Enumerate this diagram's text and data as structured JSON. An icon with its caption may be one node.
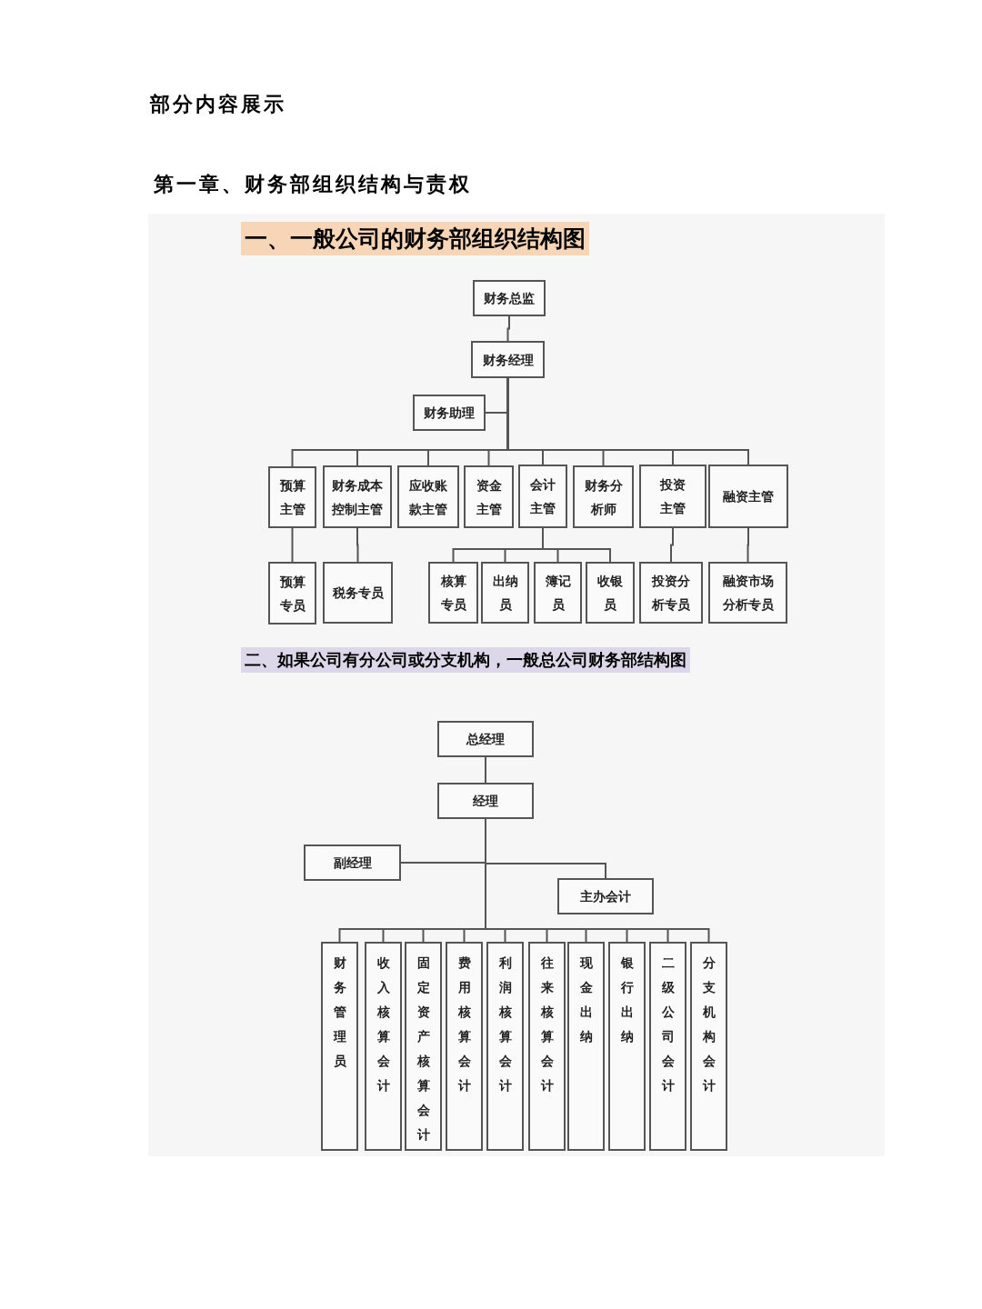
{
  "diagram": {
    "title": "部分内容展示",
    "nodes": [
      {
        "text": [
          "财务总监"
        ]
      },
      {
        "text": [
          "财务经理"
        ]
      },
      {
        "text": [
          "财务助理"
        ]
      },
      {
        "text": [
          "预算主管"
        ]
      },
      {
        "text": [
          "财务成本控制主管"
        ]
      },
      {
        "text": [
          "应收账款主管"
        ]
      },
      {
        "text": [
          "资金主管"
        ]
      },
      {
        "text": [
          "会计主管"
        ]
      },
      {
        "text": [
          "财务分析师"
        ]
      },
      {
        "text": [
          "投资主管"
        ]
      },
      {
        "text": [
          "融资主管"
        ]
      },
      {
        "text": [
          "预算专员"
        ]
      },
      {
        "text": [
          "税务专员"
        ]
      },
      {
        "text": [
          "核算专员"
        ]
      },
      {
        "text": [
          "出纳员"
        ]
      },
      {
        "text": [
          "簿记员"
        ]
      },
      {
        "text": [
          "收银员"
        ]
      },
      {
        "text": [
          "投资分析专员"
        ]
      },
      {
        "text": [
          "融资市场分析专员"
        ]
      },
      {
        "text": [
          "总经理"
        ]
      },
      {
        "text": [
          "经理"
        ]
      },
      {
        "text": [
          "副经理"
        ]
      },
      {
        "text": [
          "主办会计"
        ]
      },
      {
        "text": [
          "财务管理员"
        ]
      },
      {
        "text": [
          "收入核算会计"
        ]
      },
      {
        "text": [
          "固定资产核算会计"
        ]
      },
      {
        "text": [
          "费用核算会计"
        ]
      },
      {
        "text": [
          "利润核算会计"
        ]
      },
      {
        "text": [
          "往来核算会计"
        ]
      },
      {
        "text": [
          "现金出纳"
        ]
      },
      {
        "text": [
          "银行出纳"
        ]
      },
      {
        "text": [
          "二级公司会计"
        ]
      },
      {
        "text": [
          "分支机构会计"
        ]
      }
    ],
    "edges": [
      {
        "from": 0,
        "to": 1,
        "arrow": "none"
      },
      {
        "from": 1,
        "to": 2,
        "arrow": "none"
      },
      {
        "from": 1,
        "to": 3,
        "arrow": "none"
      },
      {
        "from": 1,
        "to": 4,
        "arrow": "none"
      },
      {
        "from": 1,
        "to": 5,
        "arrow": "none"
      },
      {
        "from": 1,
        "to": 6,
        "arrow": "none"
      },
      {
        "from": 1,
        "to": 7,
        "arrow": "none"
      },
      {
        "from": 1,
        "to": 8,
        "arrow": "none"
      },
      {
        "from": 1,
        "to": 9,
        "arrow": "none"
      },
      {
        "from": 1,
        "to": 10,
        "arrow": "none"
      },
      {
        "from": 3,
        "to": 11,
        "arrow": "none"
      },
      {
        "from": 4,
        "to": 12,
        "arrow": "none"
      },
      {
        "from": 7,
        "to": 13,
        "arrow": "none"
      },
      {
        "from": 7,
        "to": 14,
        "arrow": "none"
      },
      {
        "from": 7,
        "to": 15,
        "arrow": "none"
      },
      {
        "from": 7,
        "to": 16,
        "arrow": "none"
      },
      {
        "from": 9,
        "to": 17,
        "arrow": "none"
      },
      {
        "from": 10,
        "to": 18,
        "arrow": "none"
      },
      {
        "from": 19,
        "to": 20,
        "arrow": "none"
      },
      {
        "from": 20,
        "to": 21,
        "arrow": "none"
      },
      {
        "from": 20,
        "to": 22,
        "arrow": "none"
      },
      {
        "from": 20,
        "to": 23,
        "arrow": "none"
      },
      {
        "from": 20,
        "to": 24,
        "arrow": "none"
      },
      {
        "from": 20,
        "to": 25,
        "arrow": "none"
      },
      {
        "from": 20,
        "to": 26,
        "arrow": "none"
      },
      {
        "from": 20,
        "to": 27,
        "arrow": "none"
      },
      {
        "from": 20,
        "to": 28,
        "arrow": "none"
      },
      {
        "from": 20,
        "to": 29,
        "arrow": "none"
      },
      {
        "from": 20,
        "to": 30,
        "arrow": "none"
      },
      {
        "from": 20,
        "to": 31,
        "arrow": "none"
      },
      {
        "from": 20,
        "to": 32,
        "arrow": "none"
      }
    ],
    "labels": [
      "第一章、财务部组织结构与责权",
      "一、一般公司的财务部组织结构图",
      "二、如果公司有分公司或分支机构，一般总公司财务部结构图"
    ]
  }
}
